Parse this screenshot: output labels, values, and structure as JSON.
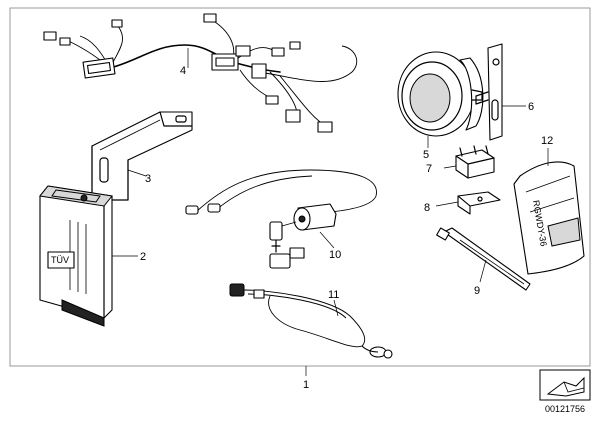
{
  "callouts": {
    "c1": "1",
    "c2": "2",
    "c3": "3",
    "c4": "4",
    "c5": "5",
    "c6": "6",
    "c7": "7",
    "c8": "8",
    "c9": "9",
    "c10": "10",
    "c11": "11",
    "c12": "12"
  },
  "unit_label": "TÜV",
  "sticker_text": "RGWDY-36",
  "reference_number": "00121756",
  "icons": {
    "corner": "page-corner-icon"
  }
}
